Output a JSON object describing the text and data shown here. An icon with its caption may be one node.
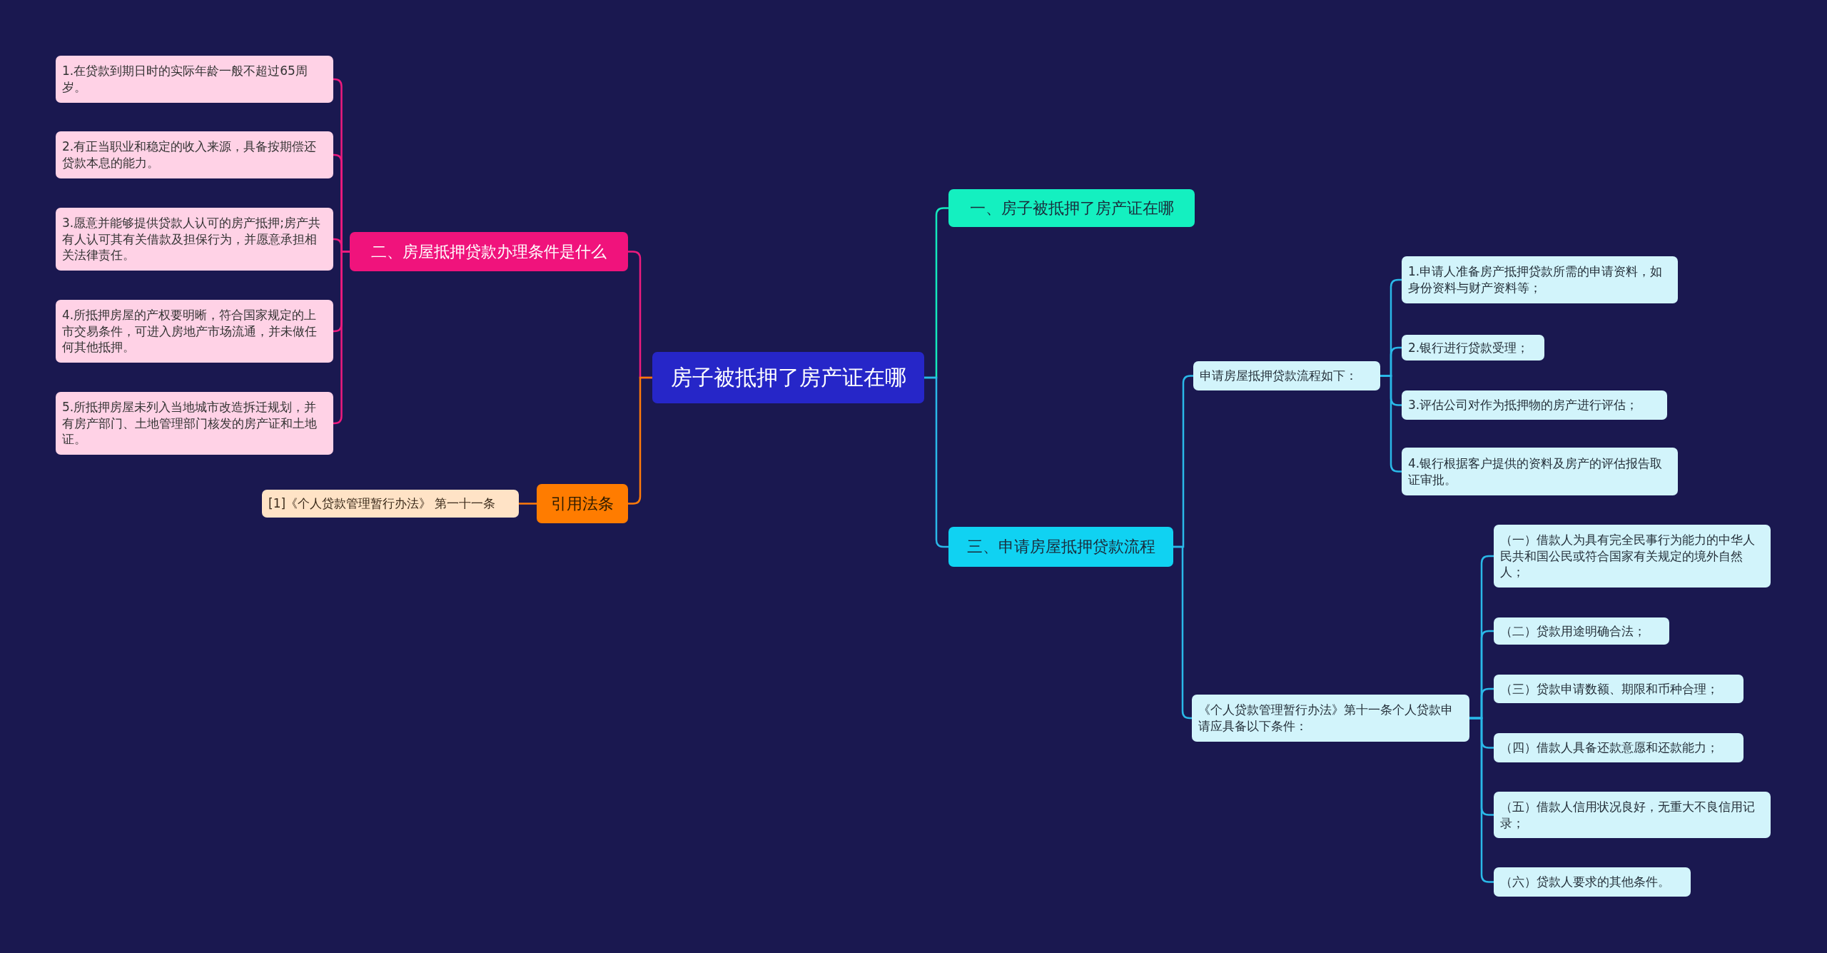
{
  "diagram": {
    "nodes": [
      {
        "text": [
          "房子被抵押了房产证在哪"
        ]
      },
      {
        "text": [
          "二、房屋抵押贷款办理条件是什么"
        ]
      },
      {
        "text": [
          "1.在贷款到期日时的实际年龄一般不超过65周岁。"
        ]
      },
      {
        "text": [
          "2.有正当职业和稳定的收入来源，具备按期偿还贷款本息的能力。"
        ]
      },
      {
        "text": [
          "3.愿意并能够提供贷款人认可的房产抵押;房产共有人认可其有关借款及担保行为，并愿意承担相关法律责任。"
        ]
      },
      {
        "text": [
          "4.所抵押房屋的产权要明晰，符合国家规定的上市交易条件，可进入房地产市场流通，并未做任何其他抵押。"
        ]
      },
      {
        "text": [
          "5.所抵押房屋未列入当地城市改造拆迁规划，并有房产部门、土地管理部门核发的房产证和土地证。"
        ]
      },
      {
        "text": [
          "引用法条"
        ]
      },
      {
        "text": [
          "[1]《个人贷款管理暂行办法》 第一十一条"
        ]
      },
      {
        "text": [
          "一、房子被抵押了房产证在哪"
        ]
      },
      {
        "text": [
          "三、申请房屋抵押贷款流程"
        ]
      },
      {
        "text": [
          "申请房屋抵押贷款流程如下："
        ]
      },
      {
        "text": [
          "1.申请人准备房产抵押贷款所需的申请资料，如身份资料与财产资料等；"
        ]
      },
      {
        "text": [
          "2.银行进行贷款受理；"
        ]
      },
      {
        "text": [
          "3.评估公司对作为抵押物的房产进行评估；"
        ]
      },
      {
        "text": [
          "4.银行根据客户提供的资料及房产的评估报告取证审批。"
        ]
      },
      {
        "text": [
          "《个人贷款管理暂行办法》第十一条个人贷款申请应具备以下条件："
        ]
      },
      {
        "text": [
          "（一）借款人为具有完全民事行为能力的中华人民共和国公民或符合国家有关规定的境外自然人；"
        ]
      },
      {
        "text": [
          "（二）贷款用途明确合法；"
        ]
      },
      {
        "text": [
          "（三）贷款申请数额、期限和币种合理；"
        ]
      },
      {
        "text": [
          "（四）借款人具备还款意愿和还款能力；"
        ]
      },
      {
        "text": [
          "（五）借款人信用状况良好，无重大不良信用记录；"
        ]
      },
      {
        "text": [
          "（六）贷款人要求的其他条件。"
        ]
      }
    ],
    "edges": [
      {
        "from": 0,
        "to": 1,
        "arrow": "none",
        "color": "#ee1a7e"
      },
      {
        "from": 1,
        "to": 2,
        "arrow": "none",
        "color": "#ee1a7e"
      },
      {
        "from": 1,
        "to": 3,
        "arrow": "none",
        "color": "#ee1a7e"
      },
      {
        "from": 1,
        "to": 4,
        "arrow": "none",
        "color": "#ee1a7e"
      },
      {
        "from": 1,
        "to": 5,
        "arrow": "none",
        "color": "#ee1a7e"
      },
      {
        "from": 1,
        "to": 6,
        "arrow": "none",
        "color": "#ee1a7e"
      },
      {
        "from": 0,
        "to": 7,
        "arrow": "none",
        "color": "#ff7a0a"
      },
      {
        "from": 7,
        "to": 8,
        "arrow": "none",
        "color": "#ff7a0a"
      },
      {
        "from": 0,
        "to": 9,
        "arrow": "none",
        "color": "#14e8bc"
      },
      {
        "from": 0,
        "to": 10,
        "arrow": "none"
      },
      {
        "from": 10,
        "to": 11,
        "arrow": "none"
      },
      {
        "from": 11,
        "to": 12,
        "arrow": "none"
      },
      {
        "from": 11,
        "to": 13,
        "arrow": "none"
      },
      {
        "from": 11,
        "to": 14,
        "arrow": "none"
      },
      {
        "from": 11,
        "to": 15,
        "arrow": "none"
      },
      {
        "from": 10,
        "to": 16,
        "arrow": "none"
      },
      {
        "from": 16,
        "to": 17,
        "arrow": "none"
      },
      {
        "from": 16,
        "to": 18,
        "arrow": "none"
      },
      {
        "from": 16,
        "to": 19,
        "arrow": "none"
      },
      {
        "from": 16,
        "to": 20,
        "arrow": "none"
      },
      {
        "from": 16,
        "to": 21,
        "arrow": "none"
      },
      {
        "from": 16,
        "to": 22,
        "arrow": "none"
      }
    ]
  }
}
